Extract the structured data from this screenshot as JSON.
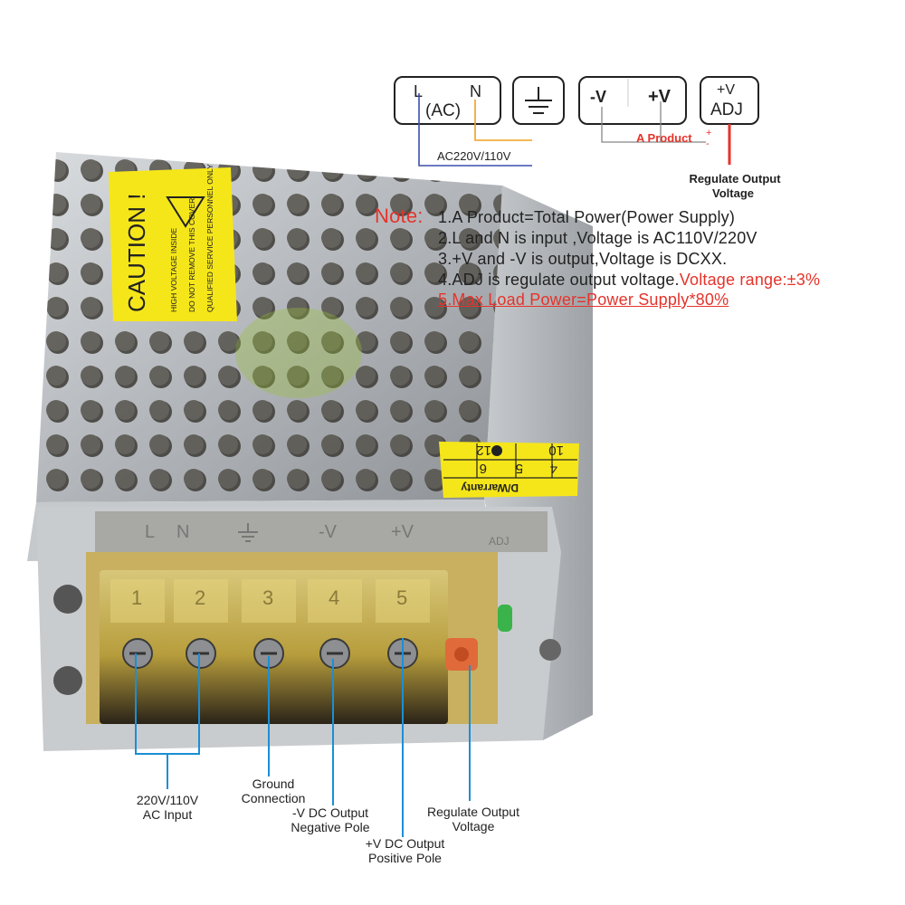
{
  "terminal_diagram": {
    "ac_box": {
      "l_label": "L",
      "n_label": "N",
      "ac_label": "(AC)"
    },
    "ac_voltage_label": "AC220V/110V",
    "ground_box": {
      "icon": "ground-icon"
    },
    "dc_box": {
      "neg_label": "-V",
      "pos_label": "+V"
    },
    "a_product_label": "A Product",
    "plus_mark": "+",
    "minus_mark": "-",
    "adj_box": {
      "top_label": "+V",
      "bottom_label": "ADJ"
    },
    "regulate_top_label": [
      "Regulate Output",
      "Voltage"
    ]
  },
  "device": {
    "caution_label": {
      "title": "CAUTION !",
      "line1": "HIGH VOLTAGE INSIDE",
      "line2": "DO NOT REMOVE THIS COVER",
      "line3": "QUALIFIED SERVICE PERSONNEL ONLY"
    },
    "warranty_sticker": {
      "title": "D/Warranty",
      "top_row": [
        "4",
        "5",
        "6"
      ],
      "bottom_row": [
        "10",
        "",
        "12"
      ]
    },
    "terminal_numbers": [
      "1",
      "2",
      "3",
      "4",
      "5"
    ],
    "embossed_labels": [
      "L",
      "N",
      "",
      "-V",
      "+V",
      "ADJ"
    ]
  },
  "note": {
    "label": "Note:",
    "line1": "1.A Product=Total Power(Power Supply)",
    "line2": "2.L and N is input ,Voltage is AC110V/220V",
    "line3": "3.+V and -V is output,Voltage is DCXX.",
    "line4_black": "4.ADJ is regulate output voltage.",
    "line4_red": "Voltage range:±3%",
    "line5": "5.Max Load Power=Power  Supply*80%"
  },
  "callouts": {
    "ac_input": [
      "220V/110V",
      "AC Input"
    ],
    "ground": [
      "Ground",
      "Connection"
    ],
    "neg_output": [
      "-V DC  Output",
      "Negative Pole"
    ],
    "pos_output": [
      "+V DC  Output",
      "Positive Pole"
    ],
    "regulate": [
      "Regulate Output",
      "Voltage"
    ]
  },
  "colors": {
    "line_blue": "#1a8fd6",
    "diagram_blue": "#3a4fb0",
    "diagram_orange": "#f0a020",
    "accent_red": "#e5332a",
    "sticker_yellow": "#f5e61a",
    "metal": "#b8bcc0"
  }
}
